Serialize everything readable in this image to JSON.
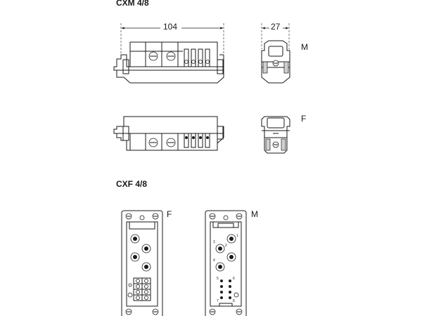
{
  "labels": {
    "title_cxm": "CXM 4/8",
    "title_cxf": "CXF 4/8",
    "dim_width": "104",
    "dim_depth": "27",
    "view_m_side": "M",
    "view_f_side": "F",
    "face_f": "F",
    "face_m": "M"
  },
  "contact_numbers": {
    "power": [
      "1",
      "2",
      "3",
      "4"
    ],
    "signal": [
      "5",
      "6",
      "7",
      "8"
    ]
  }
}
